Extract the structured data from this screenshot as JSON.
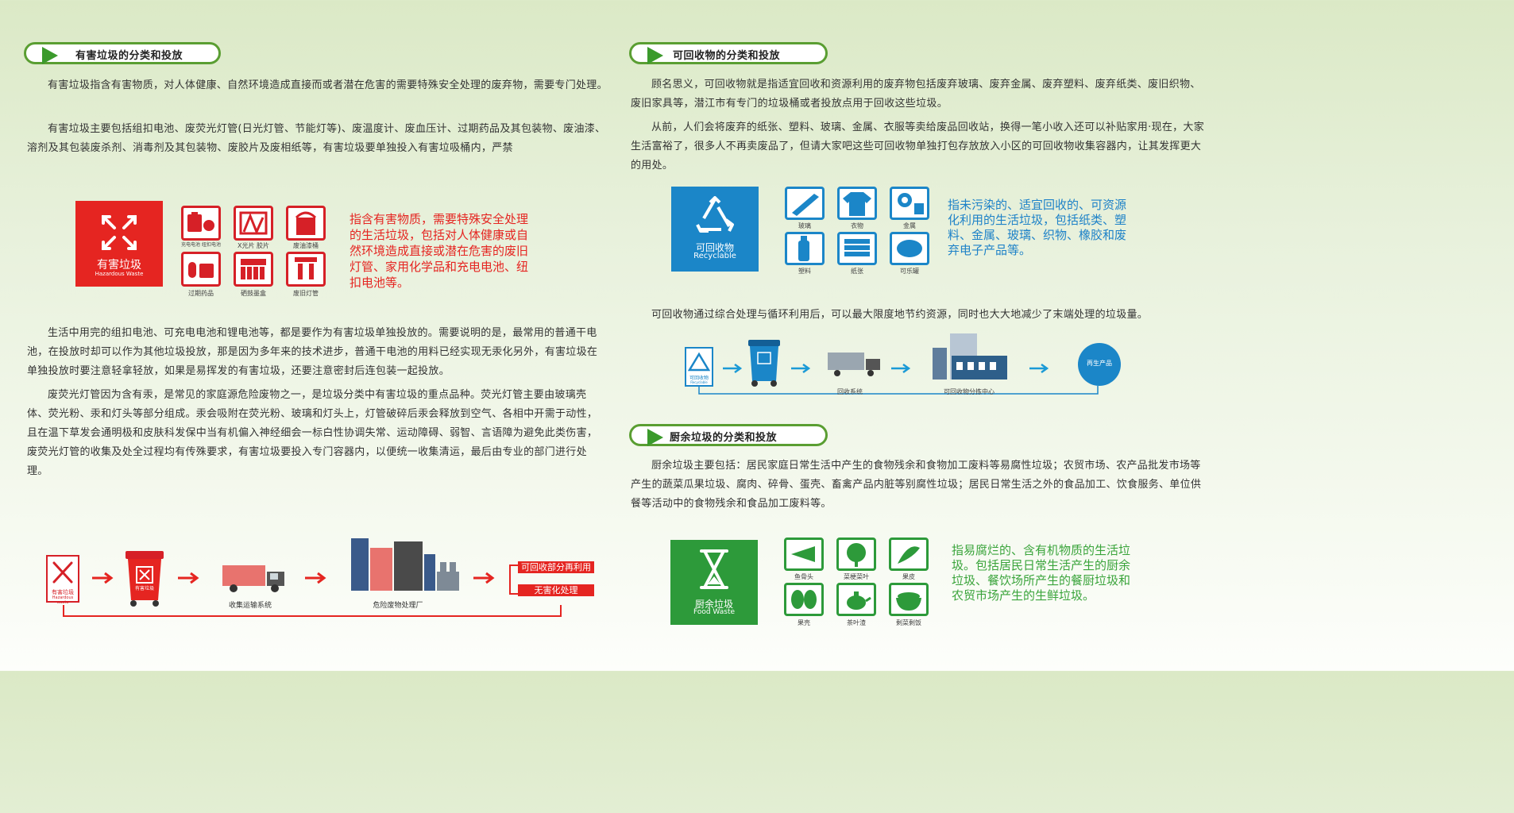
{
  "hazardous": {
    "header": "有害垃圾的分类和投放",
    "para1": "有害垃圾指含有害物质，对人体健康、自然环境造成直接而或者潜在危害的需要特殊安全处理的废弃物，需要专门处理。",
    "para2": "有害垃圾主要包括组扣电池、废荧光灯管(日光灯管、节能灯等)、废温度计、废血压计、过期药品及其包装物、废油漆、溶剂及其包装废杀剂、消毒剂及其包装物、废胶片及废相纸等，有害垃圾要单独投入有害垃吸桶内，严禁",
    "badge_cn": "有害垃圾",
    "badge_en": "Hazardous Waste",
    "icons": [
      "充电电池 纽扣电池",
      "X光片 胶片",
      "废油漆桶",
      "过期药品",
      "硒鼓墨盒",
      "废旧灯管"
    ],
    "desc": "指含有害物质，需要特殊安全处理的生活垃圾，包括对人体健康或自然环境造成直接或潜在危害的废旧灯管、家用化学品和充电电池、纽扣电池等。",
    "para3": "生活中用完的组扣电池、可充电电池和锂电池等，都是要作为有害垃圾单独投放的。需要说明的是，最常用的普通干电池，在投放时却可以作为其他垃圾投放，那是因为多年来的技术进步，普通干电池的用料已经实现无汞化另外，有害垃圾在单独投放时要注意轻拿轻放，如果是易挥发的有害垃圾，还要注意密封后连包装一起投放。",
    "para4": "废荧光灯管因为含有汞，是常见的家庭源危险废物之一，是垃圾分类中有害垃圾的重点品种。荧光灯管主要由玻璃壳体、荧光粉、汞和灯头等部分组成。汞会吸附在荧光粉、玻璃和灯头上，灯管破碎后汞会释放到空气、各相中开需于动性，且在温下草发会通明极和皮肤科发保中当有机偏入神经细会一标白性协调失常、运动障碍、弱智、言语障为避免此类伤害，废荧光灯管的收集及处全过程均有传殊要求，有害垃圾要投入专门容器内，以便统一收集清运，最后由专业的部门进行处理。",
    "flow": {
      "mini_cn": "有害垃圾",
      "mini_en": "Hazardous waste",
      "bin_label": "有害垃圾",
      "transport": "收集运输系统",
      "plant": "危险废物处理厂",
      "out1": "可回收部分再利用",
      "out2": "无害化处理"
    }
  },
  "recyclable": {
    "header": "可回收物的分类和投放",
    "para1": "顾名思义，可回收物就是指适宜回收和资源利用的废弃物包括废弃玻璃、废弃金属、废弃塑料、废弃纸类、废旧织物、废旧家具等，潜江市有专门的垃圾桶或者投放点用于回收这些垃圾。",
    "para2": "从前，人们会将废弃的纸张、塑料、玻璃、金属、衣服等卖给废品回收站，换得一笔小收入还可以补贴家用·现在，大家生活富裕了，很多人不再卖废品了，但请大家吧这些可回收物单独打包存放放入小区的可回收物收集容器内，让其发挥更大的用处。",
    "badge_cn": "可回收物",
    "badge_en": "Recyclable",
    "icons": [
      "玻璃",
      "衣物",
      "金属",
      "塑料",
      "纸张",
      "可乐罐"
    ],
    "desc": "指未污染的、适宜回收的、可资源化利用的生活垃圾，包括纸类、塑料、金属、玻璃、织物、橡胶和废弃电子产品等。",
    "para3": "可回收物通过综合处理与循环利用后，可以最大限度地节约资源，同时也大大地减少了末端处理的垃圾量。",
    "flow": {
      "mini_cn": "可回收物",
      "mini_en": "Recyclable",
      "recycle_sys": "回收系统",
      "center": "可回收物分拣中心",
      "product": "再生产品"
    }
  },
  "kitchen": {
    "header": "厨余垃圾的分类和投放",
    "para1": "厨余垃圾主要包括：居民家庭日常生活中产生的食物残余和食物加工废料等易腐性垃圾；农贸市场、农产品批发市场等产生的蔬菜瓜果垃圾、腐肉、碎骨、蛋壳、畜禽产品内脏等别腐性垃圾；居民日常生活之外的食品加工、饮食服务、单位供餐等活动中的食物残余和食品加工废料等。",
    "badge_cn": "厨余垃圾",
    "badge_en": "Food  Waste",
    "icons": [
      "鱼骨头",
      "菜梗菜叶",
      "果皮",
      "果壳",
      "茶叶渣",
      "剩菜剩饭"
    ],
    "desc": "指易腐烂的、含有机物质的生活垃圾。包括居民日常生活产生的厨余垃圾、餐饮场所产生的餐厨垃圾和农贸市场产生的生鲜垃圾。"
  }
}
